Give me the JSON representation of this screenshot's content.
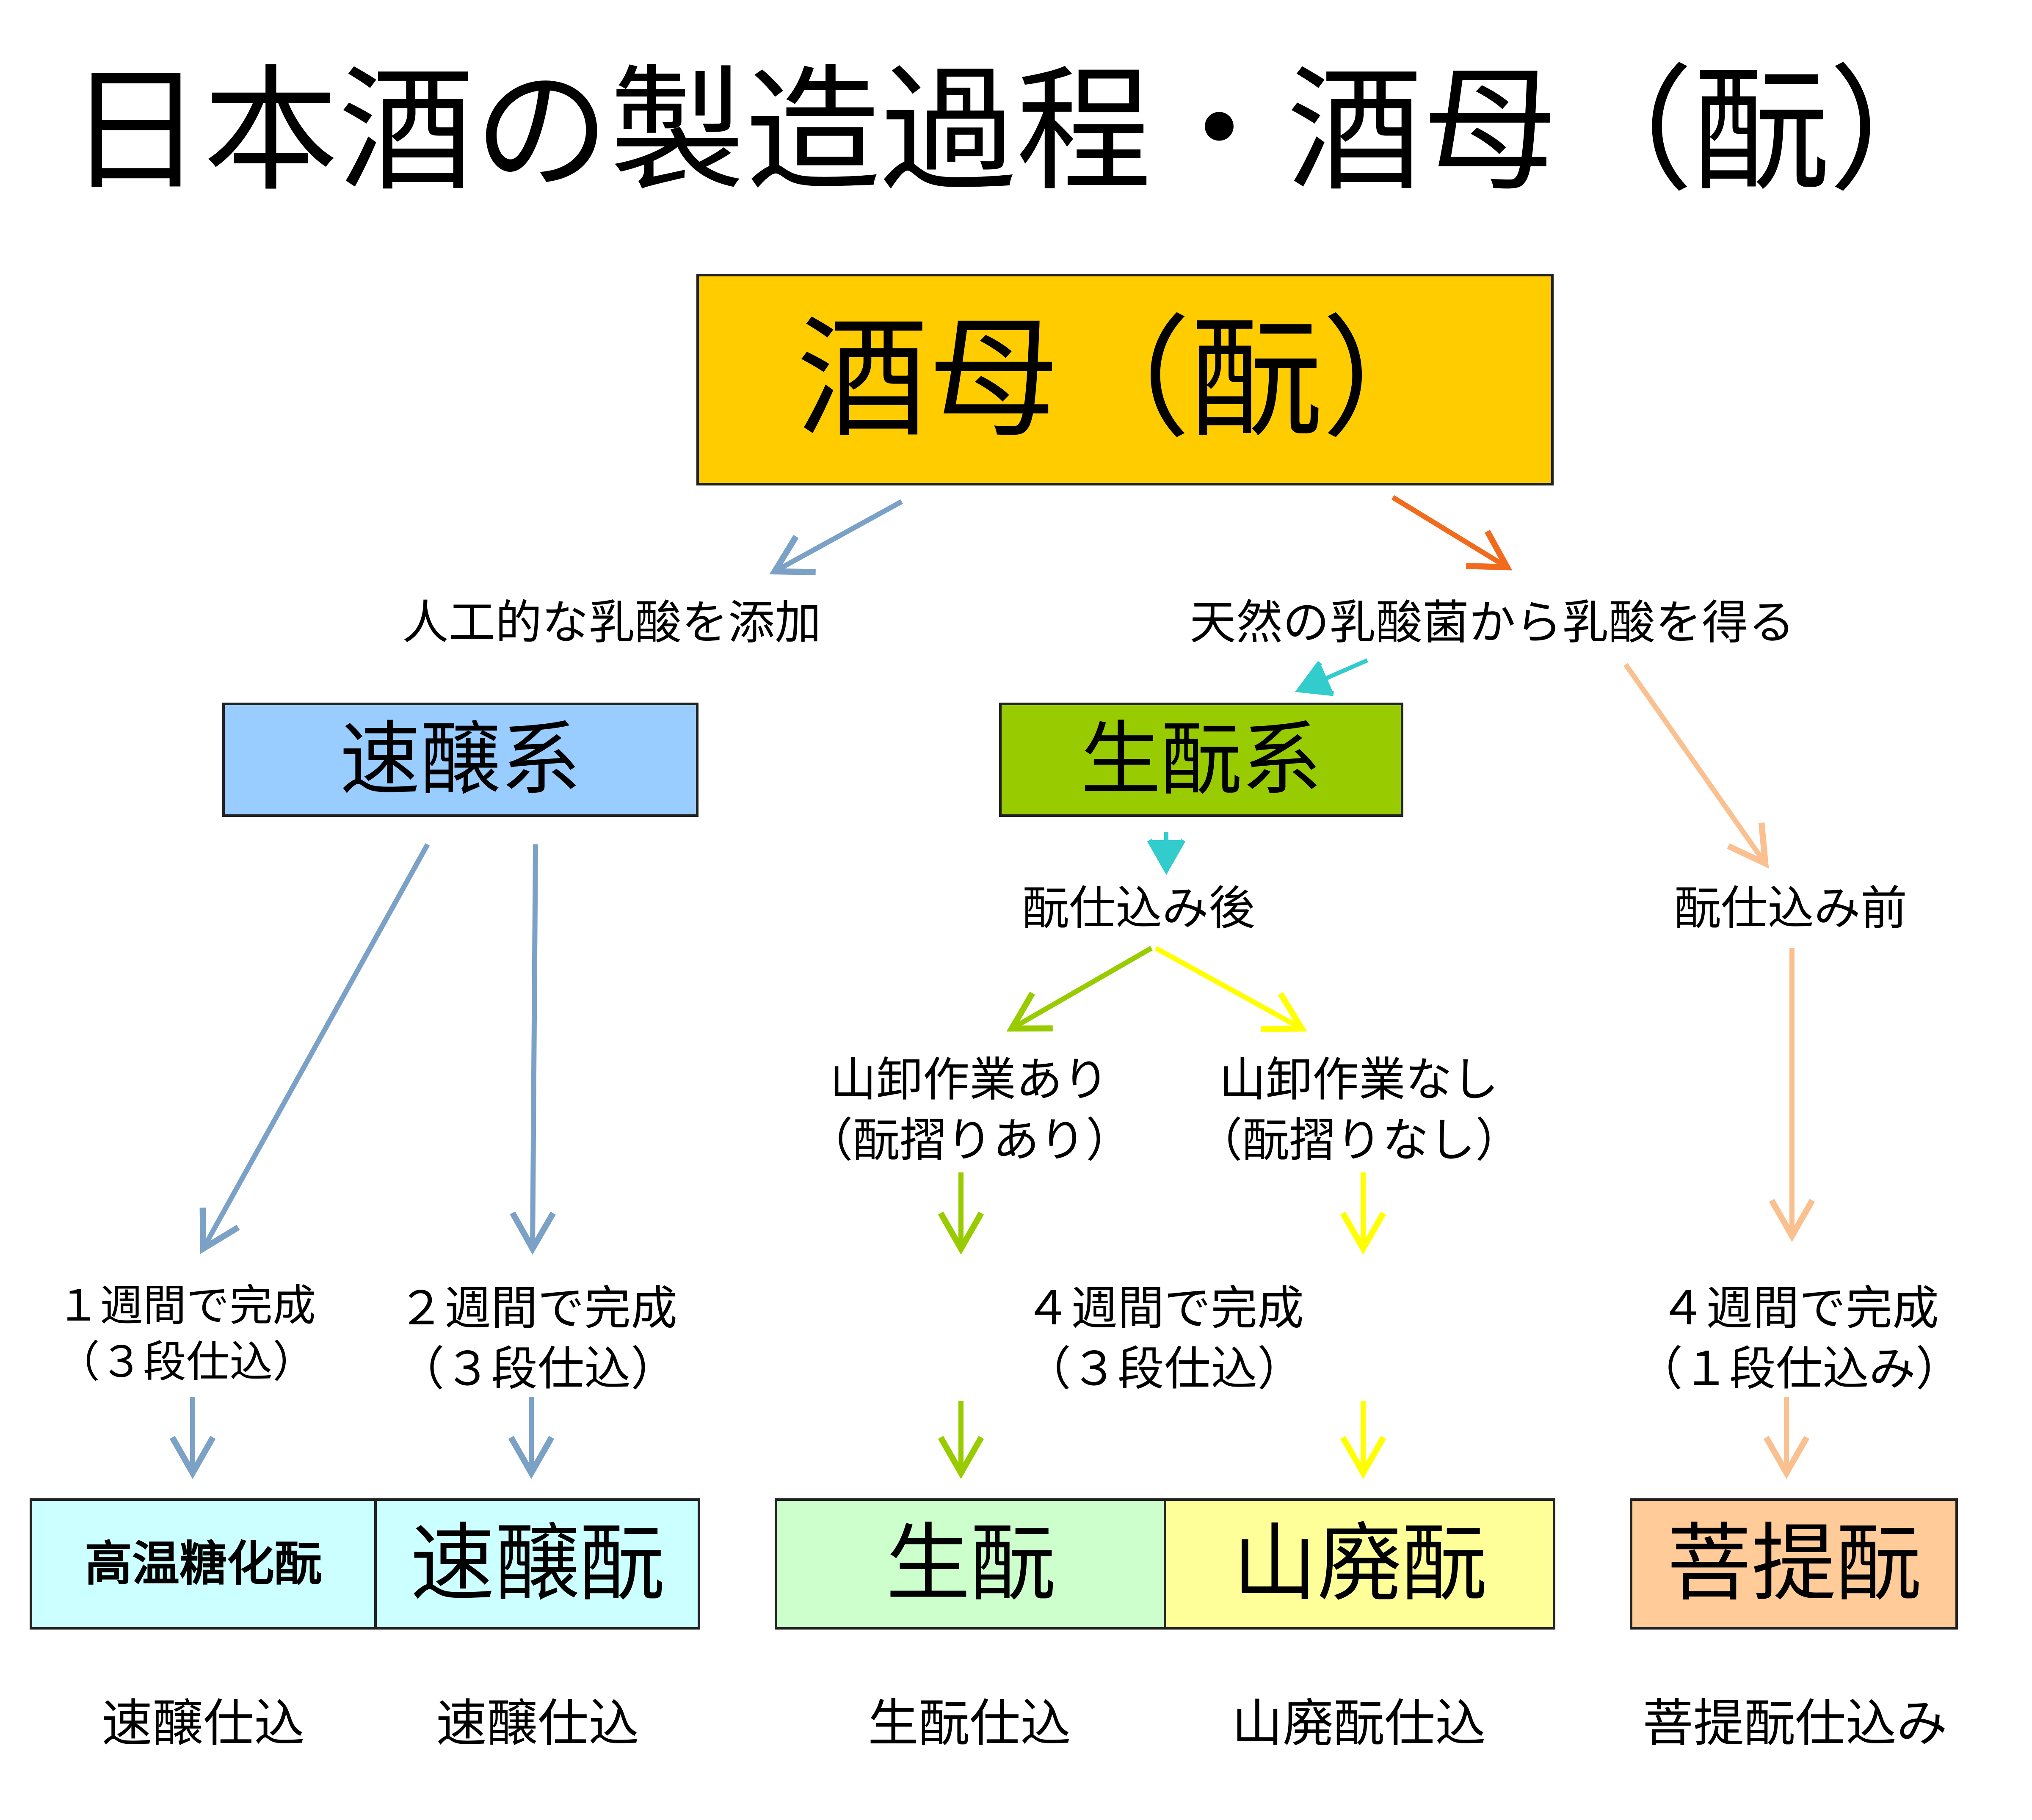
{
  "title": "日本酒の製造過程・酒母（酛）",
  "boxes": {
    "main": "酒母（酛）",
    "sokujo_kei": "速醸系",
    "kimoto_kei": "生酛系",
    "kouon": "高温糖化酛",
    "sokujo_moto": "速醸酛",
    "kimoto": "生酛",
    "yamahai": "山廃酛",
    "bodai": "菩提酛"
  },
  "labels": {
    "artificial": "人工的な乳酸を添加",
    "natural": "天然の乳酸菌から乳酸を得る",
    "after": "酛仕込み後",
    "before": "酛仕込み前",
    "with_yamaoroshi": "山卸作業あり\n（酛摺りあり）",
    "without_yamaoroshi": "山卸作業なし\n（酛摺りなし）",
    "week1": "１週間で完成\n（３段仕込）",
    "week2": "２週間で完成\n（３段仕込）",
    "week4a": "４週間で完成\n（３段仕込）",
    "week4b": "４週間で完成\n（１段仕込み）"
  },
  "footer": {
    "f1": "速醸仕込",
    "f2": "速醸仕込",
    "f3": "生酛仕込",
    "f4": "山廃酛仕込",
    "f5": "菩提酛仕込み"
  },
  "colors": {
    "main_box": "#FFCC00",
    "sokujo_kei_box": "#99CCFF",
    "kimoto_kei_box": "#99CC00",
    "kouon_box": "#CCFFFF",
    "sokujo_moto_box": "#CCFFFF",
    "kimoto_box": "#CCFFCC",
    "yamahai_box": "#FFFF99",
    "bodai_box": "#FFCC99",
    "arrow_blue": "#7BA1C6",
    "arrow_orange": "#F26B1D",
    "arrow_teal": "#33CCCC",
    "arrow_green": "#99CC00",
    "arrow_yellow": "#FFFF00",
    "arrow_peach": "#FAC090"
  }
}
